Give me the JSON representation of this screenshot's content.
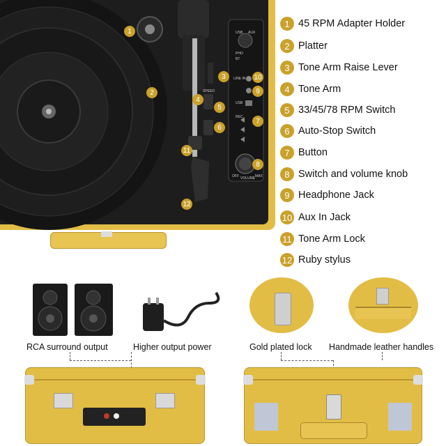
{
  "legend": {
    "items": [
      {
        "num": "1",
        "label": "45 RPM Adapter Holder"
      },
      {
        "num": "2",
        "label": "Platter"
      },
      {
        "num": "3",
        "label": "Tone Arm Raise Lever"
      },
      {
        "num": "4",
        "label": "Tone Arm"
      },
      {
        "num": "5",
        "label": "33/45/78 RPM Switch"
      },
      {
        "num": "6",
        "label": "Auto-Stop Switch"
      },
      {
        "num": "7",
        "label": "Button"
      },
      {
        "num": "8",
        "label": "Switch and volume knob"
      },
      {
        "num": "9",
        "label": "Headphone Jack"
      },
      {
        "num": "10",
        "label": "Aux In Jack"
      },
      {
        "num": "11",
        "label": "Tone Arm Lock"
      },
      {
        "num": "12",
        "label": "Ruby stylus"
      }
    ]
  },
  "panel": {
    "usb_label": "USB",
    "aux_label": "AUX",
    "pho_label": "PHO",
    "bt_label": "BT",
    "linein_label": "LINE IN",
    "usb_port_label": "USB",
    "rec_label": "REC",
    "off_label": "OFF",
    "volume_label": "VOLUME",
    "max_label": "MAX",
    "speed_label": "SPEED"
  },
  "captions": {
    "rca": "RCA surround output",
    "power": "Higher output power",
    "lock": "Gold plated lock",
    "handles": "Handmade leather handles"
  },
  "colors": {
    "accent": "#c9a12b",
    "case_yellow": "#e6c04a",
    "deck_black": "#1a1a1a"
  }
}
